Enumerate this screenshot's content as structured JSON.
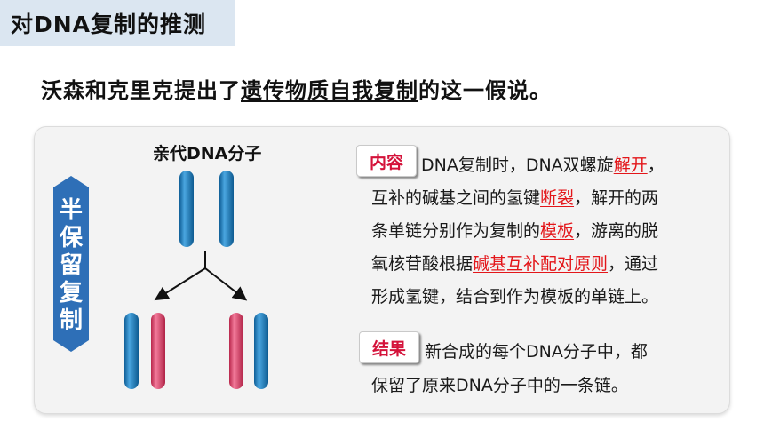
{
  "header": {
    "title": "对DNA复制的推测"
  },
  "intro": {
    "before": "沃森和克里克提出了",
    "underlined": "遗传物质自我复制",
    "after": "的这一假说。"
  },
  "side_tab": {
    "chars": [
      "半",
      "保",
      "留",
      "复",
      "制"
    ],
    "color": "#2e6fb7"
  },
  "diagram": {
    "title": "亲代DNA分子",
    "colors": {
      "blue": "#1b7bbf",
      "pink": "#e1406a"
    }
  },
  "content": {
    "tag": "内容",
    "l1": {
      "a": "DNA复制时，DNA双螺旋",
      "b": "解开",
      "c": "，"
    },
    "l2": {
      "a": "互补的碱基之间的氢键",
      "b": "断裂",
      "c": "，解开的两"
    },
    "l3": {
      "a": "条单链分别作为复制的",
      "b": "模板",
      "c": "，游离的脱"
    },
    "l4": {
      "a": "氧核苷酸根据",
      "b": "碱基互补配对原则",
      "c": "，通过"
    },
    "l5": "形成氢键，结合到作为模板的单链上。"
  },
  "result": {
    "tag": "结果",
    "l1": "新合成的每个DNA分子中，都",
    "l2": "保留了原来DNA分子中的一条链。"
  }
}
